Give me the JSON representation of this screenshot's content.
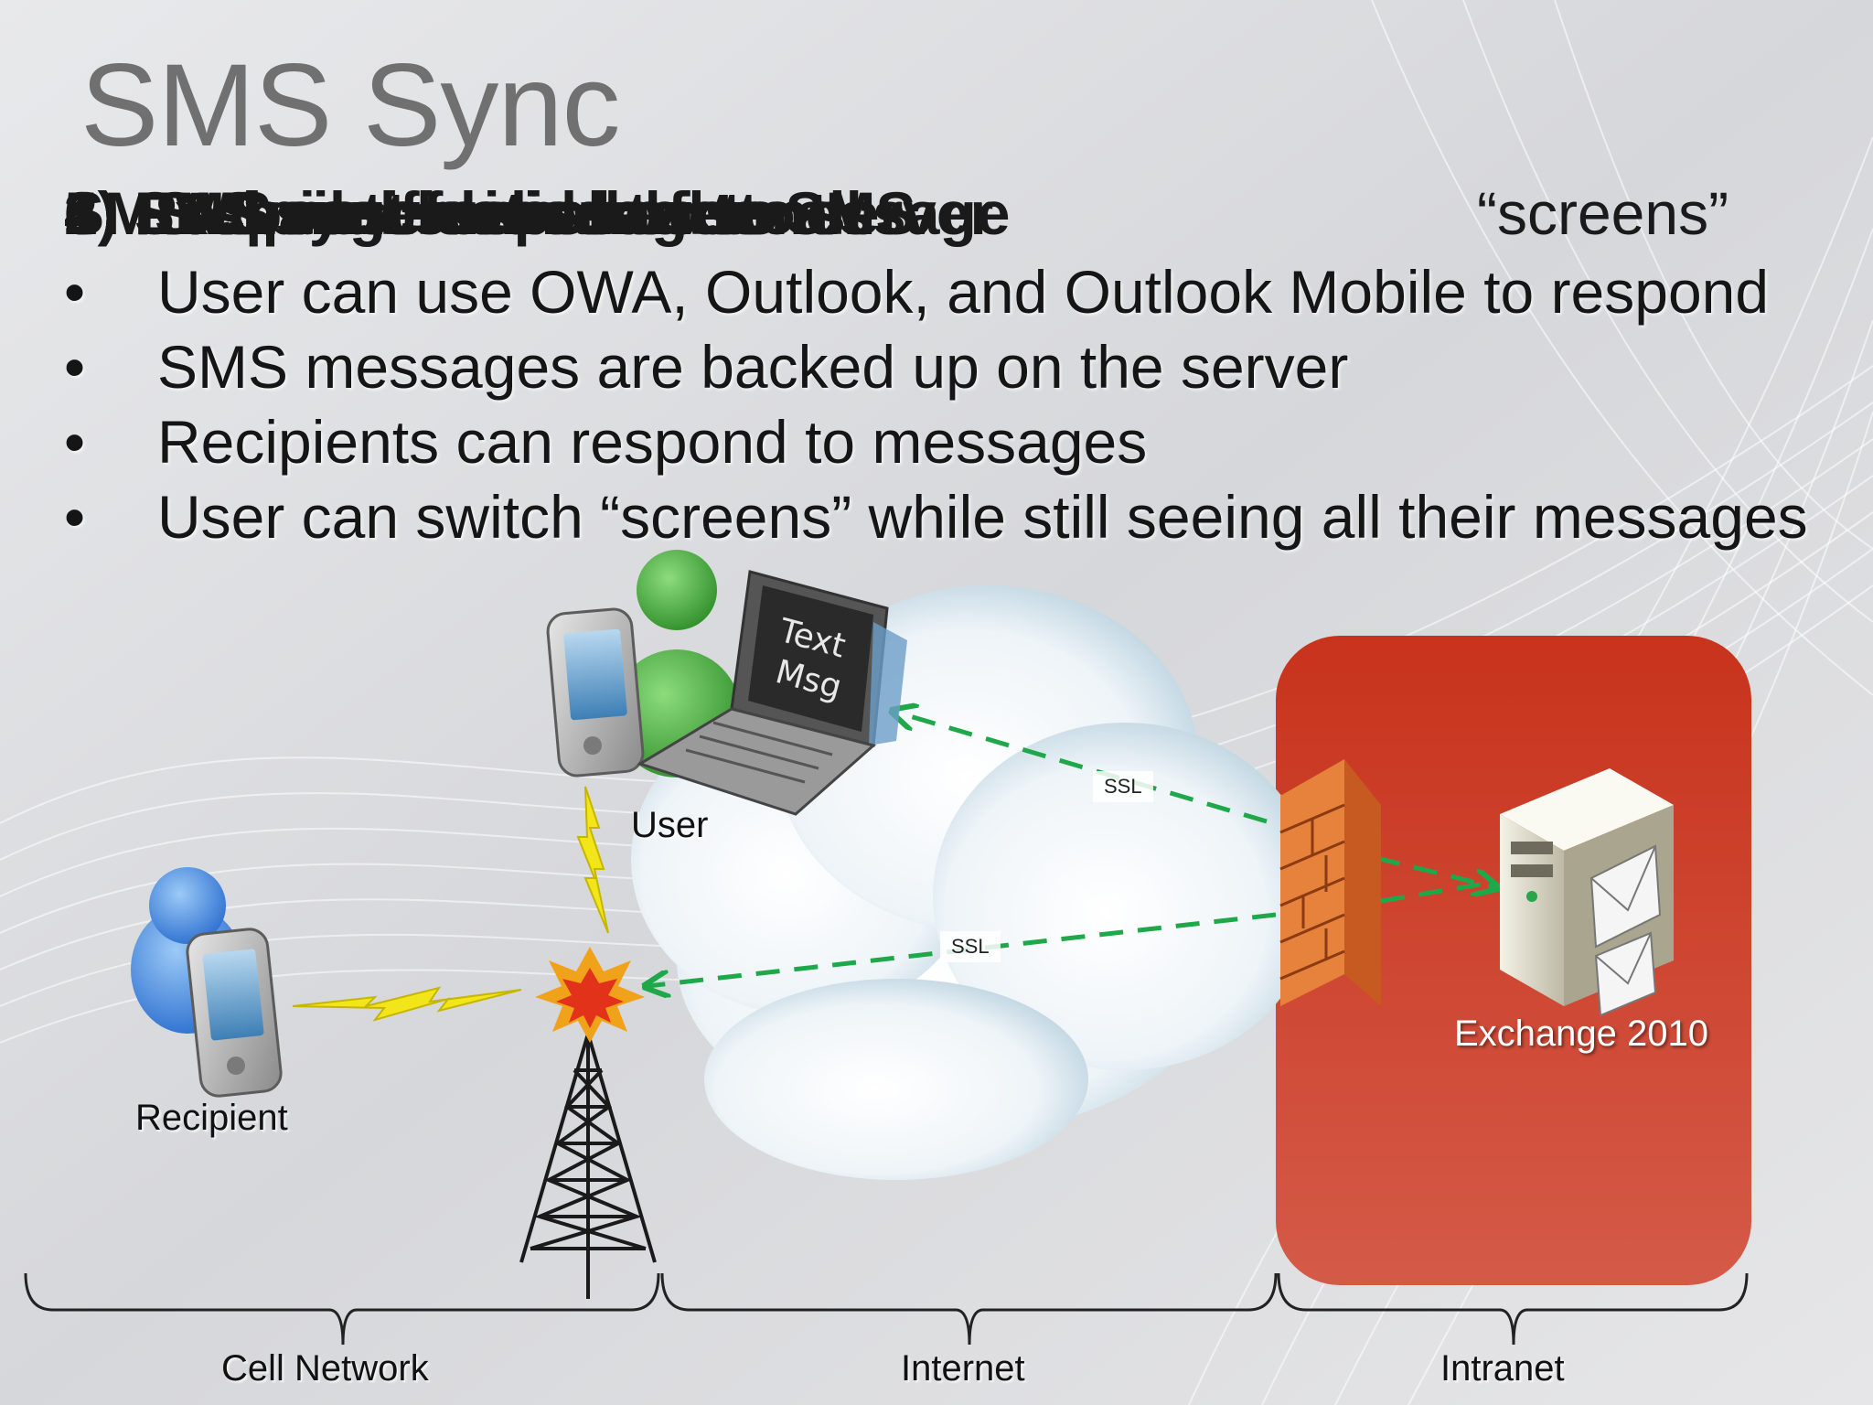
{
  "slide": {
    "title": "SMS Sync",
    "overlap_lines": [
      "3) EWS notification of sent",
      "1) SMS sent from device",
      "5) Recipient responds to SMS",
      "2) EAS syncs message to server",
      "4) Exchange sends text message",
      "6) Response delivered to all",
      "SMS available in all"
    ],
    "overlap_tail": "“screens”",
    "bullets": [
      "User can use OWA, Outlook, and Outlook Mobile to respond",
      "SMS messages are backed up on the server",
      "Recipients can respond to messages",
      "User can switch “screens” while still seeing all their messages"
    ],
    "bullet_char": "•"
  },
  "diagram": {
    "laptop_screen_lines": [
      "Text",
      "Msg"
    ],
    "labels": {
      "user": "User",
      "recipient": "Recipient",
      "exchange": "Exchange 2010",
      "ssl_top": "SSL",
      "ssl_bottom": "SSL"
    },
    "zones": {
      "cell": "Cell Network",
      "internet": "Internet",
      "intranet": "Intranet"
    },
    "colors": {
      "intranet_box": "#c8412b",
      "arrow": "#1fa84a",
      "lightning": "#f2e51a"
    },
    "icons": [
      "user-icon",
      "recipient-icon",
      "phone-icon",
      "laptop-icon",
      "cell-tower-icon",
      "signal-burst-icon",
      "cloud-icon",
      "firewall-icon",
      "server-icon"
    ]
  }
}
